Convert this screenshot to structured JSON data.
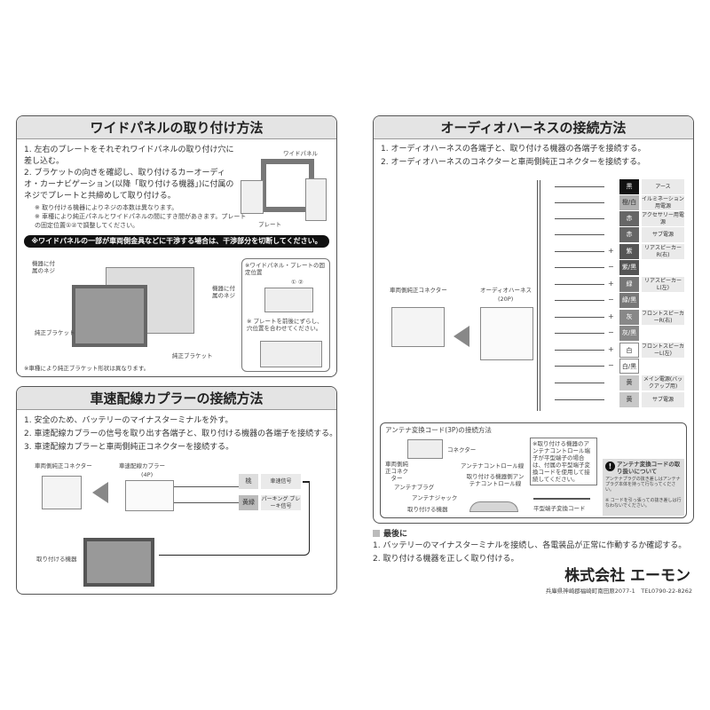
{
  "wide_panel": {
    "title": "ワイドパネルの取り付け方法",
    "steps": [
      "1. 左右のプレートをそれぞれワイドパネルの取り付け穴に差し込む。",
      "2. ブラケットの向きを確認し、取り付けるカーオーディオ・カーナビゲーション(以降「取り付ける機器」)に付属のネジでプレートと共締めして取り付ける。"
    ],
    "notes": [
      "※ 取り付ける機器によりネジの本数は異なります。",
      "※ 車種により純正パネルとワイドパネルの間にすき間があきます。プレートの固定位置①②で調整してください。"
    ],
    "labels": {
      "wide_panel": "ワイドパネル",
      "plate": "プレート",
      "screw_left": "機器に付属のネジ",
      "screw_right": "機器に付属のネジ",
      "bracket_left": "純正ブラケット",
      "bracket_right": "純正ブラケット",
      "bracket_note": "※車種により純正ブラケット形状は異なります。",
      "inset_title": "※ワイドパネル・プレートの固定位置",
      "inset_nums": "① ②",
      "inset_note": "※ プレートを前後にずらし、穴位置を合わせてください。"
    },
    "warning": "※ワイドパネルの一部が車両側金具などに干渉する場合は、干渉部分を切断してください。"
  },
  "speed_panel": {
    "title": "車速配線カプラーの接続方法",
    "steps": [
      "1. 安全のため、バッテリーのマイナスターミナルを外す。",
      "2. 車速配線カプラーの信号を取り出す各端子と、取り付ける機器の各端子を接続する。",
      "3. 車速配線カプラーと車両側純正コネクターを接続する。"
    ],
    "labels": {
      "vehicle_connector": "車両側純正コネクター",
      "coupler": "車速配線カプラー",
      "coupler_pins": "(4P)",
      "device": "取り付ける機器"
    },
    "wires": [
      {
        "color": "桃",
        "label": "車速信号",
        "hex": "#d9a0b0"
      },
      {
        "color": "黄緑",
        "label": "パーキング ブレーキ信号",
        "hex": "#a8c070"
      }
    ]
  },
  "audio_panel": {
    "title": "オーディオハーネスの接続方法",
    "steps": [
      "1. オーディオハーネスの各端子と、取り付ける機器の各端子を接続する。",
      "2. オーディオハーネスのコネクターと車両側純正コネクターを接続する。"
    ],
    "labels": {
      "vehicle_connector": "車両側純正コネクター",
      "harness": "オーディオハーネス",
      "harness_pins": "(20P)",
      "plus": "+",
      "minus": "−"
    },
    "wires": [
      {
        "color": "黒",
        "label": "アース",
        "hex": "#111111"
      },
      {
        "color": "橙/白",
        "label": "イルミネーション用電源",
        "hex": "#b0b0b0"
      },
      {
        "color": "赤",
        "label": "アクセサリー用電源",
        "hex": "#666666"
      },
      {
        "color": "赤",
        "label": "サブ電源",
        "hex": "#666666"
      },
      {
        "color": "紫",
        "label": "リアスピーカーR(右)",
        "hex": "#555555"
      },
      {
        "color": "紫/黒",
        "label": "",
        "hex": "#555555"
      },
      {
        "color": "緑",
        "label": "リアスピーカーL(左)",
        "hex": "#777777"
      },
      {
        "color": "緑/黒",
        "label": "",
        "hex": "#777777"
      },
      {
        "color": "灰",
        "label": "フロントスピーカーR(右)",
        "hex": "#888888"
      },
      {
        "color": "灰/黒",
        "label": "",
        "hex": "#888888"
      },
      {
        "color": "白",
        "label": "フロントスピーカーL(左)",
        "hex": "#ffffff"
      },
      {
        "color": "白/黒",
        "label": "",
        "hex": "#ffffff"
      },
      {
        "color": "黄",
        "label": "メイン電源(バックアップ用)",
        "hex": "#c8c8c8"
      },
      {
        "color": "黄",
        "label": "サブ電源",
        "hex": "#c8c8c8"
      }
    ],
    "antenna": {
      "title": "アンテナ変換コード(3P)の接続方法",
      "connector": "コネクター",
      "vehicle_connector": "車両側純正コネクター",
      "control_line": "アンテナコントロール線",
      "device_control_line": "取り付ける機器側アンテナコントロール線",
      "plug": "アンテナプラグ",
      "jack": "アンテナジャック",
      "device": "取り付ける機器",
      "callout": "※取り付ける機器のアンテナコントロール端子が平型端子の場合は、付属の平型端子変換コードを使用して接続してください。",
      "flat_cord": "平型端子変換コード",
      "caution_title": "アンテナ変換コードの取り扱いについて",
      "caution_1": "アンテナプラグの抜き差しはアンテナプラグ本体を持って行なってください。",
      "caution_2": "※ コードを引っ張っての抜き差しは行なわないでください。"
    }
  },
  "final": {
    "title": "最後に",
    "steps": [
      "1. バッテリーのマイナスターミナルを接続し、各電装品が正常に作動するか確認する。",
      "2. 取り付ける機器を正しく取り付ける。"
    ]
  },
  "company": {
    "name": "株式会社 エーモン",
    "address": "兵庫県神崎郡福崎町南田原2077-1　TEL0790-22-8262"
  }
}
